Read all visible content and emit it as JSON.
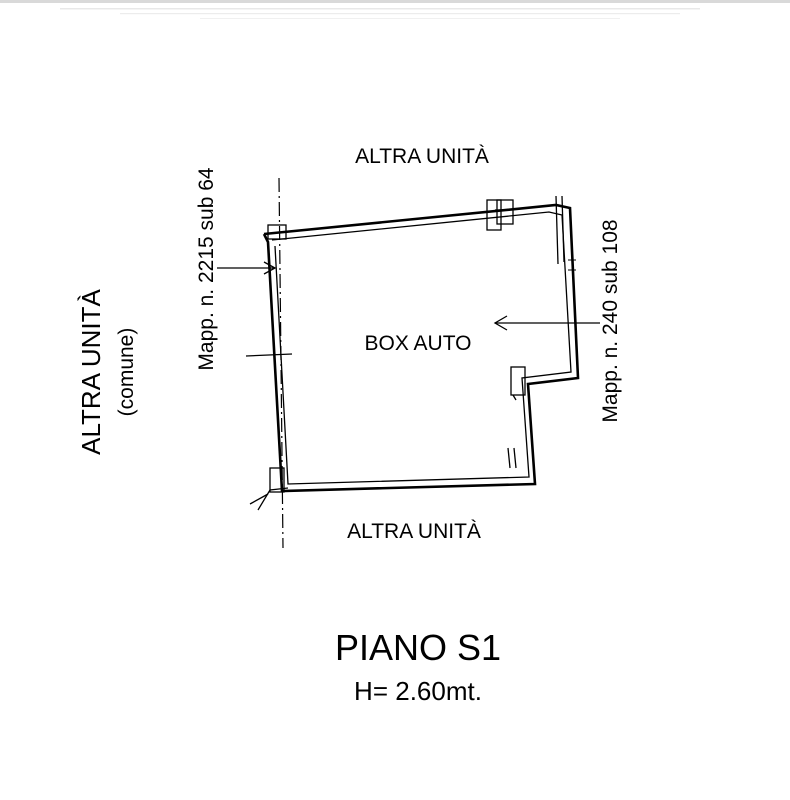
{
  "plan": {
    "neighbors": {
      "top": "ALTRA UNITÀ",
      "bottom": "ALTRA UNITÀ",
      "left": "ALTRA UNITÀ",
      "left_note": "(comune)"
    },
    "room_label": "BOX AUTO",
    "parcel_left": "Mapp. n. 2215 sub 64",
    "parcel_right": "Mapp. n. 240 sub 108"
  },
  "footer": {
    "floor": "PIANO S1",
    "height": "H= 2.60mt."
  }
}
